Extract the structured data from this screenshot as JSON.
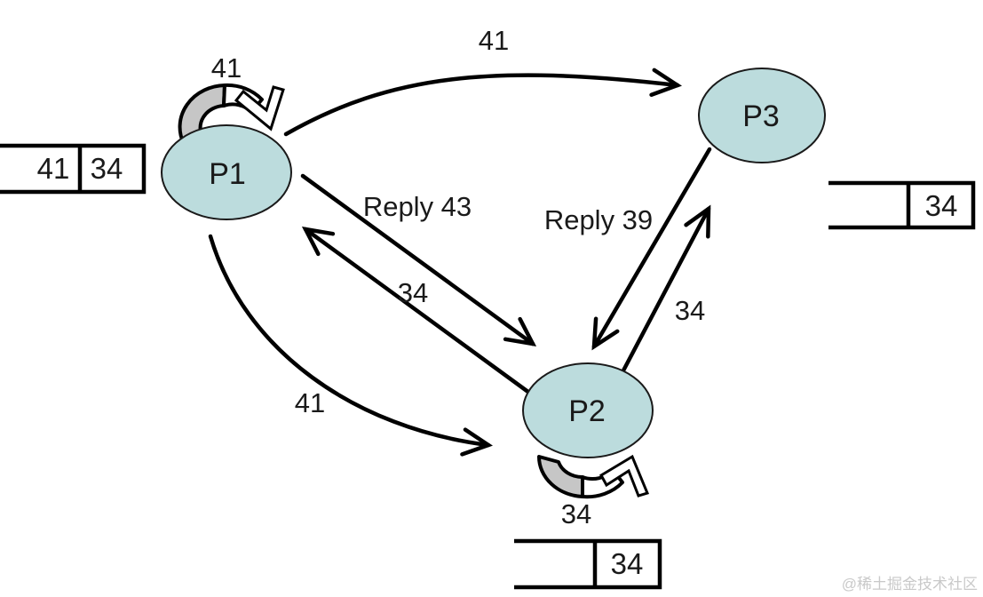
{
  "colors": {
    "background": "#ffffff",
    "node_fill": "#bcdcdd",
    "node_stroke": "#1a1a1a",
    "arrow": "#000000",
    "loop_gray": "#c6c6c6",
    "text": "#1a1a1a",
    "watermark_color": "#c9c9c9"
  },
  "nodes": [
    {
      "id": "p1",
      "label": "P1"
    },
    {
      "id": "p2",
      "label": "P2"
    },
    {
      "id": "p3",
      "label": "P3"
    }
  ],
  "edges": [
    {
      "id": "p1-to-p3",
      "from": "P1",
      "to": "P3",
      "label": "41",
      "kind": "curved"
    },
    {
      "id": "p1-to-p2-reply",
      "from": "P1",
      "to": "P2",
      "label": "Reply 43",
      "kind": "straight"
    },
    {
      "id": "p2-to-p1",
      "from": "P2",
      "to": "P1",
      "label": "34",
      "kind": "straight"
    },
    {
      "id": "p3-to-p2-reply",
      "from": "P3",
      "to": "P2",
      "label": "Reply 39",
      "kind": "straight"
    },
    {
      "id": "p2-to-p3",
      "from": "P2",
      "to": "P3",
      "label": "34",
      "kind": "straight"
    },
    {
      "id": "p1-to-p2",
      "from": "P1",
      "to": "P2",
      "label": "41",
      "kind": "curved"
    },
    {
      "id": "p1-self-loop",
      "from": "P1",
      "to": "P1",
      "label": "41",
      "kind": "self-loop"
    },
    {
      "id": "p2-self-loop",
      "from": "P2",
      "to": "P2",
      "label": "34",
      "kind": "self-loop"
    }
  ],
  "queues": [
    {
      "owner": "P1",
      "position": "left",
      "cells": [
        "41",
        "34"
      ]
    },
    {
      "owner": "P3",
      "position": "right",
      "cells": [
        "",
        "34"
      ]
    },
    {
      "owner": "P2",
      "position": "bottom",
      "cells": [
        "",
        "34"
      ]
    }
  ],
  "watermark": "@稀土掘金技术社区"
}
